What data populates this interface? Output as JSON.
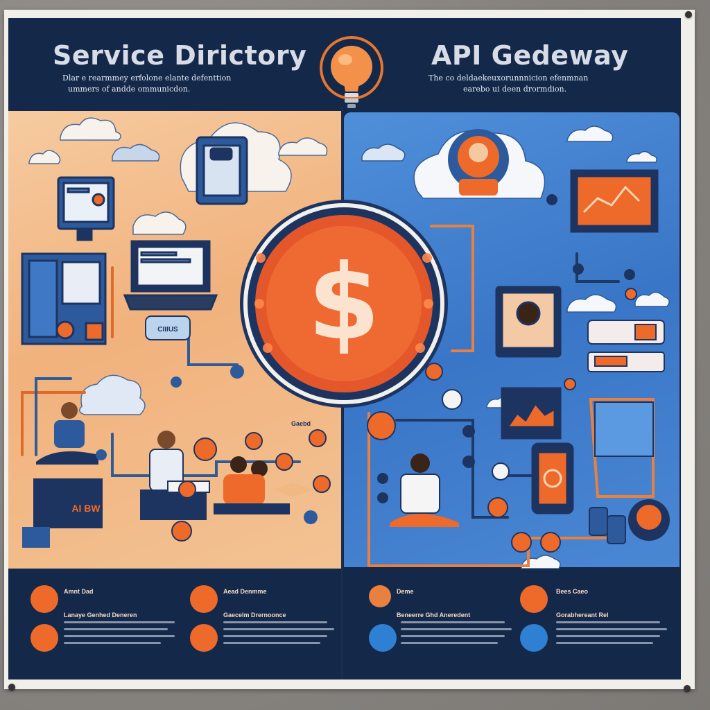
{
  "poster": {
    "left": {
      "title": "Service Dirictory",
      "subtitle_lines": [
        "Dlar e rearmmey erfolone elante defenttion",
        "ummers of andde ommunicdon."
      ]
    },
    "right": {
      "title": "API Gedeway",
      "subtitle_lines": [
        "The co deldaekeuxorunnnicion efenmnan",
        "earebo ui deen drormdion."
      ]
    },
    "center_symbol": "$",
    "server_label": "AI BW",
    "label_cloud": "CIIIUS",
    "label_sign": "Gaebd"
  },
  "legend": {
    "left": [
      {
        "heading": "Amnt Dad"
      },
      {
        "heading": "Lanaye Genhed Deneren"
      },
      {
        "heading": "Aead Denmme"
      },
      {
        "heading": "Gaecelm Drernoonce"
      }
    ],
    "right": [
      {
        "heading": "Deme"
      },
      {
        "heading": "Beneerre Ghd Aneredent"
      },
      {
        "heading": "Bees Caeo"
      },
      {
        "heading": "Gorabhereant Rel"
      }
    ]
  },
  "colors": {
    "navy": "#14284a",
    "orange": "#ee6a2a",
    "peach": "#f4be8d",
    "blue": "#3d7bcb"
  }
}
